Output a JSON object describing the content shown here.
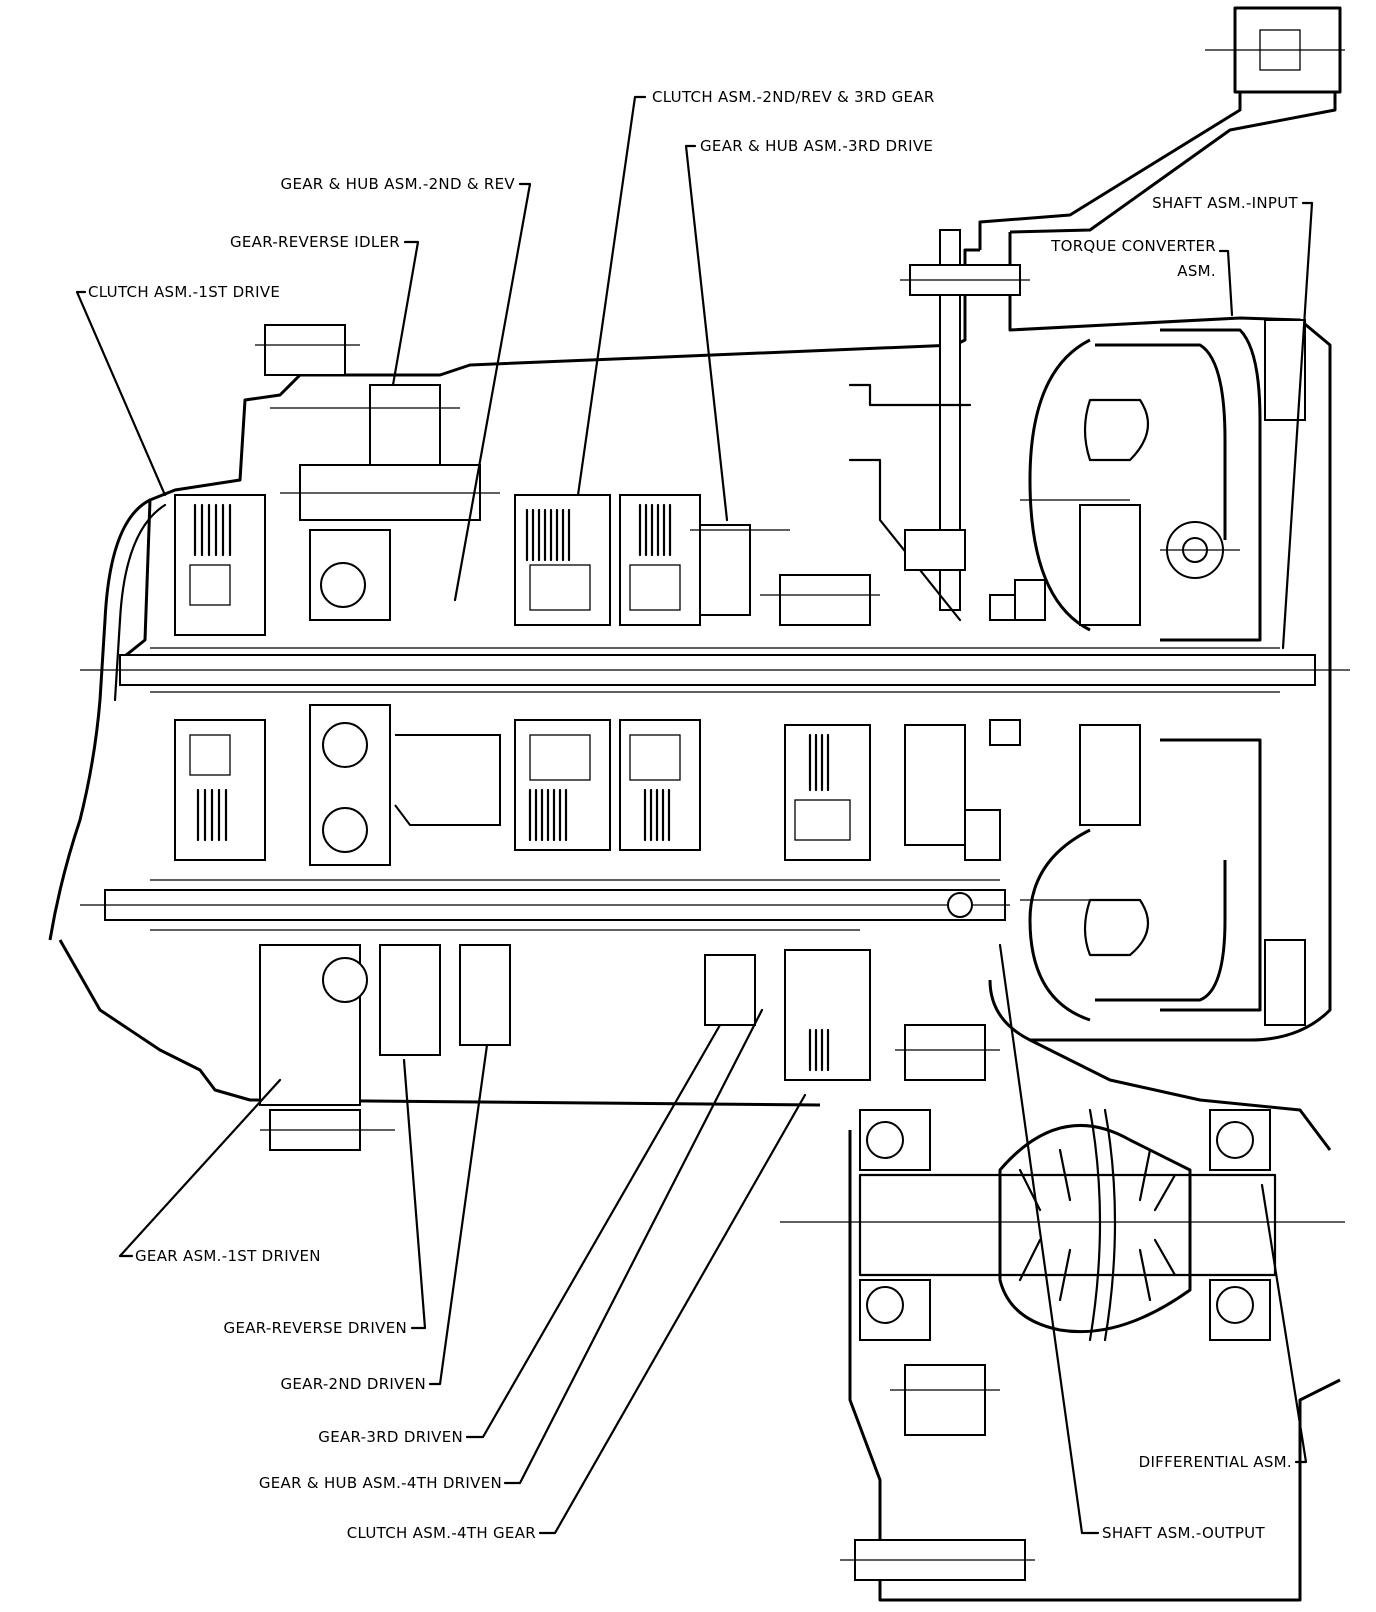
{
  "labels": {
    "clutch_2nd_rev_3rd": "CLUTCH ASM.-2ND/REV & 3RD GEAR",
    "gear_hub_3rd_drive": "GEAR & HUB ASM.-3RD DRIVE",
    "gear_hub_2nd_rev": "GEAR & HUB ASM.-2ND & REV",
    "shaft_input": "SHAFT ASM.-INPUT",
    "gear_reverse_idler": "GEAR-REVERSE IDLER",
    "torque_converter_1": "TORQUE CONVERTER",
    "torque_converter_2": "ASM.",
    "clutch_1st_drive": "CLUTCH ASM.-1ST DRIVE",
    "gear_1st_driven": "GEAR ASM.-1ST DRIVEN",
    "gear_reverse_driven": "GEAR-REVERSE DRIVEN",
    "gear_2nd_driven": "GEAR-2ND DRIVEN",
    "gear_3rd_driven": "GEAR-3RD DRIVEN",
    "gear_hub_4th_driven": "GEAR & HUB ASM.-4TH DRIVEN",
    "differential": "DIFFERENTIAL ASM.",
    "clutch_4th_gear": "CLUTCH ASM.-4TH GEAR",
    "shaft_output": "SHAFT ASM.-OUTPUT"
  }
}
